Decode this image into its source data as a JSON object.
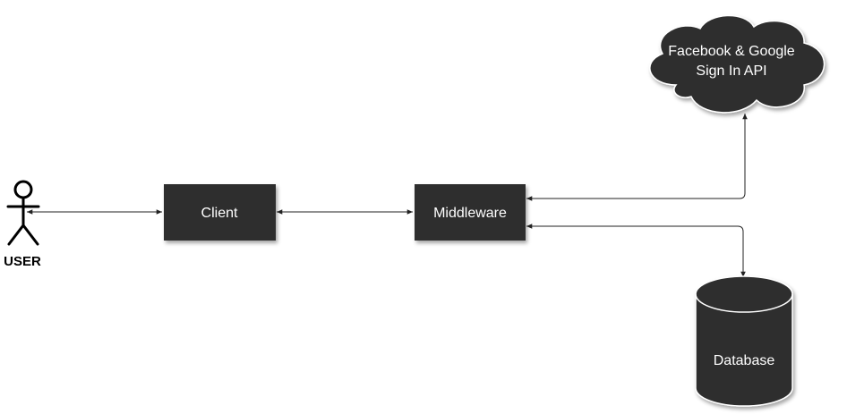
{
  "colors": {
    "node_fill": "#2d2d2d",
    "node_text": "#ffffff",
    "edge": "#222222",
    "background": "#ffffff"
  },
  "actor": {
    "label": "USER",
    "icon": "stick-figure-icon"
  },
  "nodes": {
    "client": {
      "label": "Client"
    },
    "middleware": {
      "label": "Middleware"
    },
    "cloud_api": {
      "line1": "Facebook & Google",
      "line2": "Sign In API"
    },
    "database": {
      "label": "Database"
    }
  },
  "edges": [
    {
      "from": "actor",
      "to": "client",
      "direction": "both"
    },
    {
      "from": "client",
      "to": "middleware",
      "direction": "both"
    },
    {
      "from": "middleware",
      "to": "cloud_api",
      "direction": "both"
    },
    {
      "from": "middleware",
      "to": "database",
      "direction": "both"
    }
  ]
}
